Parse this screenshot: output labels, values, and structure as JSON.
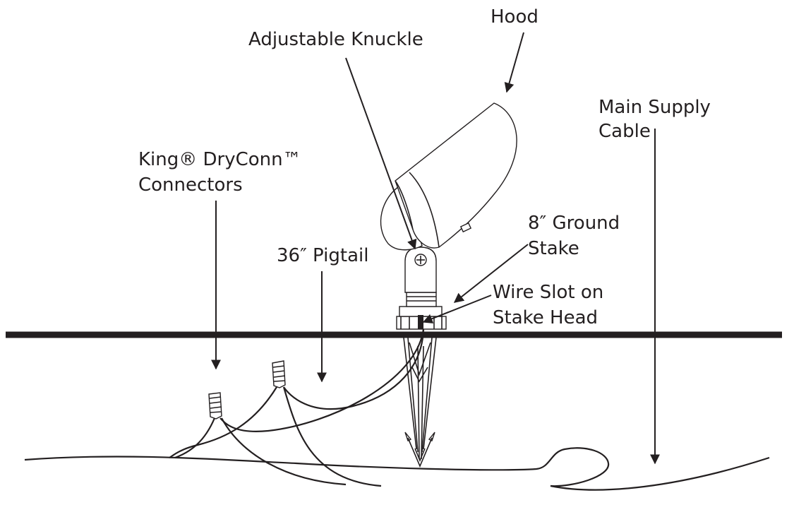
{
  "labels": {
    "hood": "Hood",
    "adjustable_knuckle": "Adjustable Knuckle",
    "main_supply_cable_1": "Main Supply",
    "main_supply_cable_2": "Cable",
    "king_dryconn_1": "King® DryConn™",
    "king_dryconn_2": "Connectors",
    "ground_stake_1": "8″ Ground",
    "ground_stake_2": "Stake",
    "pigtail": "36″ Pigtail",
    "wire_slot_1": "Wire Slot on",
    "wire_slot_2": "Stake Head"
  },
  "colors": {
    "ink": "#231f20",
    "background": "#ffffff"
  }
}
